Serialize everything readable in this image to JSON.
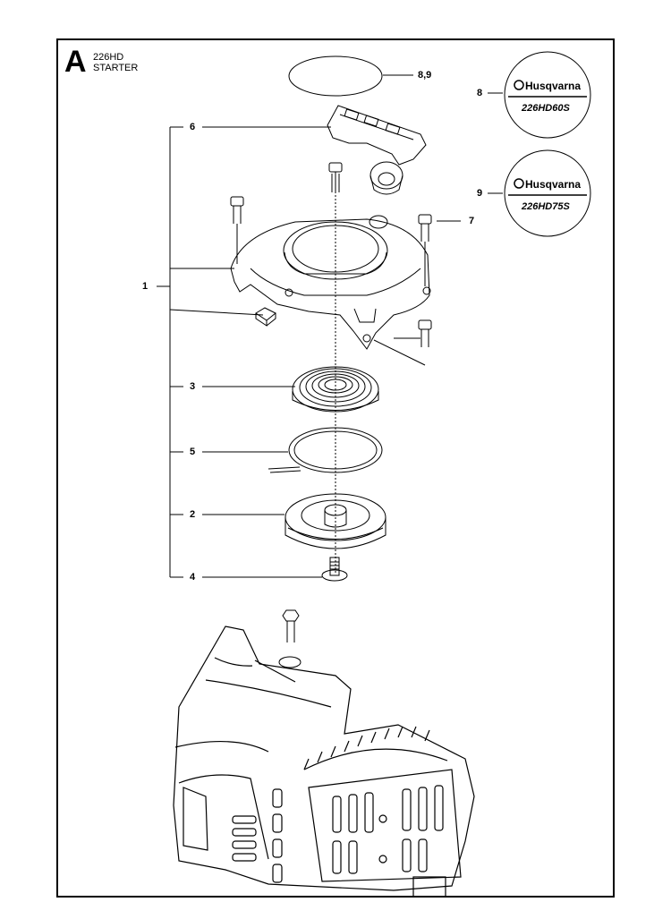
{
  "header": {
    "section_letter": "A",
    "model": "226HD",
    "section": "STARTER"
  },
  "callouts": {
    "c1": "1",
    "c2": "2",
    "c3": "3",
    "c4": "4",
    "c5": "5",
    "c6": "6",
    "c7": "7",
    "c89": "8,9",
    "c8": "8",
    "c9": "9"
  },
  "decals": {
    "brand": "Husqvarna",
    "decal_8_model": "226HD60S",
    "decal_9_model": "226HD75S"
  }
}
